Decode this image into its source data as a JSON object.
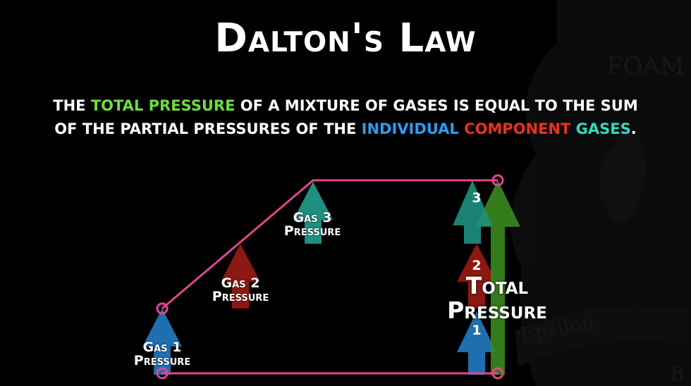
{
  "title": "Dalton's Law",
  "statement": {
    "part1": "The ",
    "total_pressure": "total pressure",
    "part2": " of a mixture of gases is equal to the sum of the partial pressures of the ",
    "individual": "individual",
    "space": " ",
    "component": "component",
    "space2": " ",
    "gases": "gases",
    "end": "."
  },
  "labels": {
    "gas1": {
      "line1": "Gas 1",
      "line2": "Pressure"
    },
    "gas2": {
      "line1": "Gas 2",
      "line2": "Pressure"
    },
    "gas3": {
      "line1": "Gas 3",
      "line2": "Pressure"
    },
    "total": {
      "line1": "Total",
      "line2": "Pressure"
    }
  },
  "stack_numbers": [
    "1",
    "2",
    "3"
  ],
  "watermark": {
    "text_top": "FOAM",
    "text_band": "Epsilon",
    "text_corner": "B"
  },
  "colors": {
    "background": "#000000",
    "line": "#e0468f",
    "gas1": "#1f6fb0",
    "gas2": "#8c1812",
    "gas3": "#1e8f80",
    "total": "#3a8a1e",
    "highlight_total": "#6fdc3d",
    "highlight_individual": "#2d9cf0",
    "highlight_component": "#e8321f",
    "highlight_gases": "#35d8c0"
  }
}
